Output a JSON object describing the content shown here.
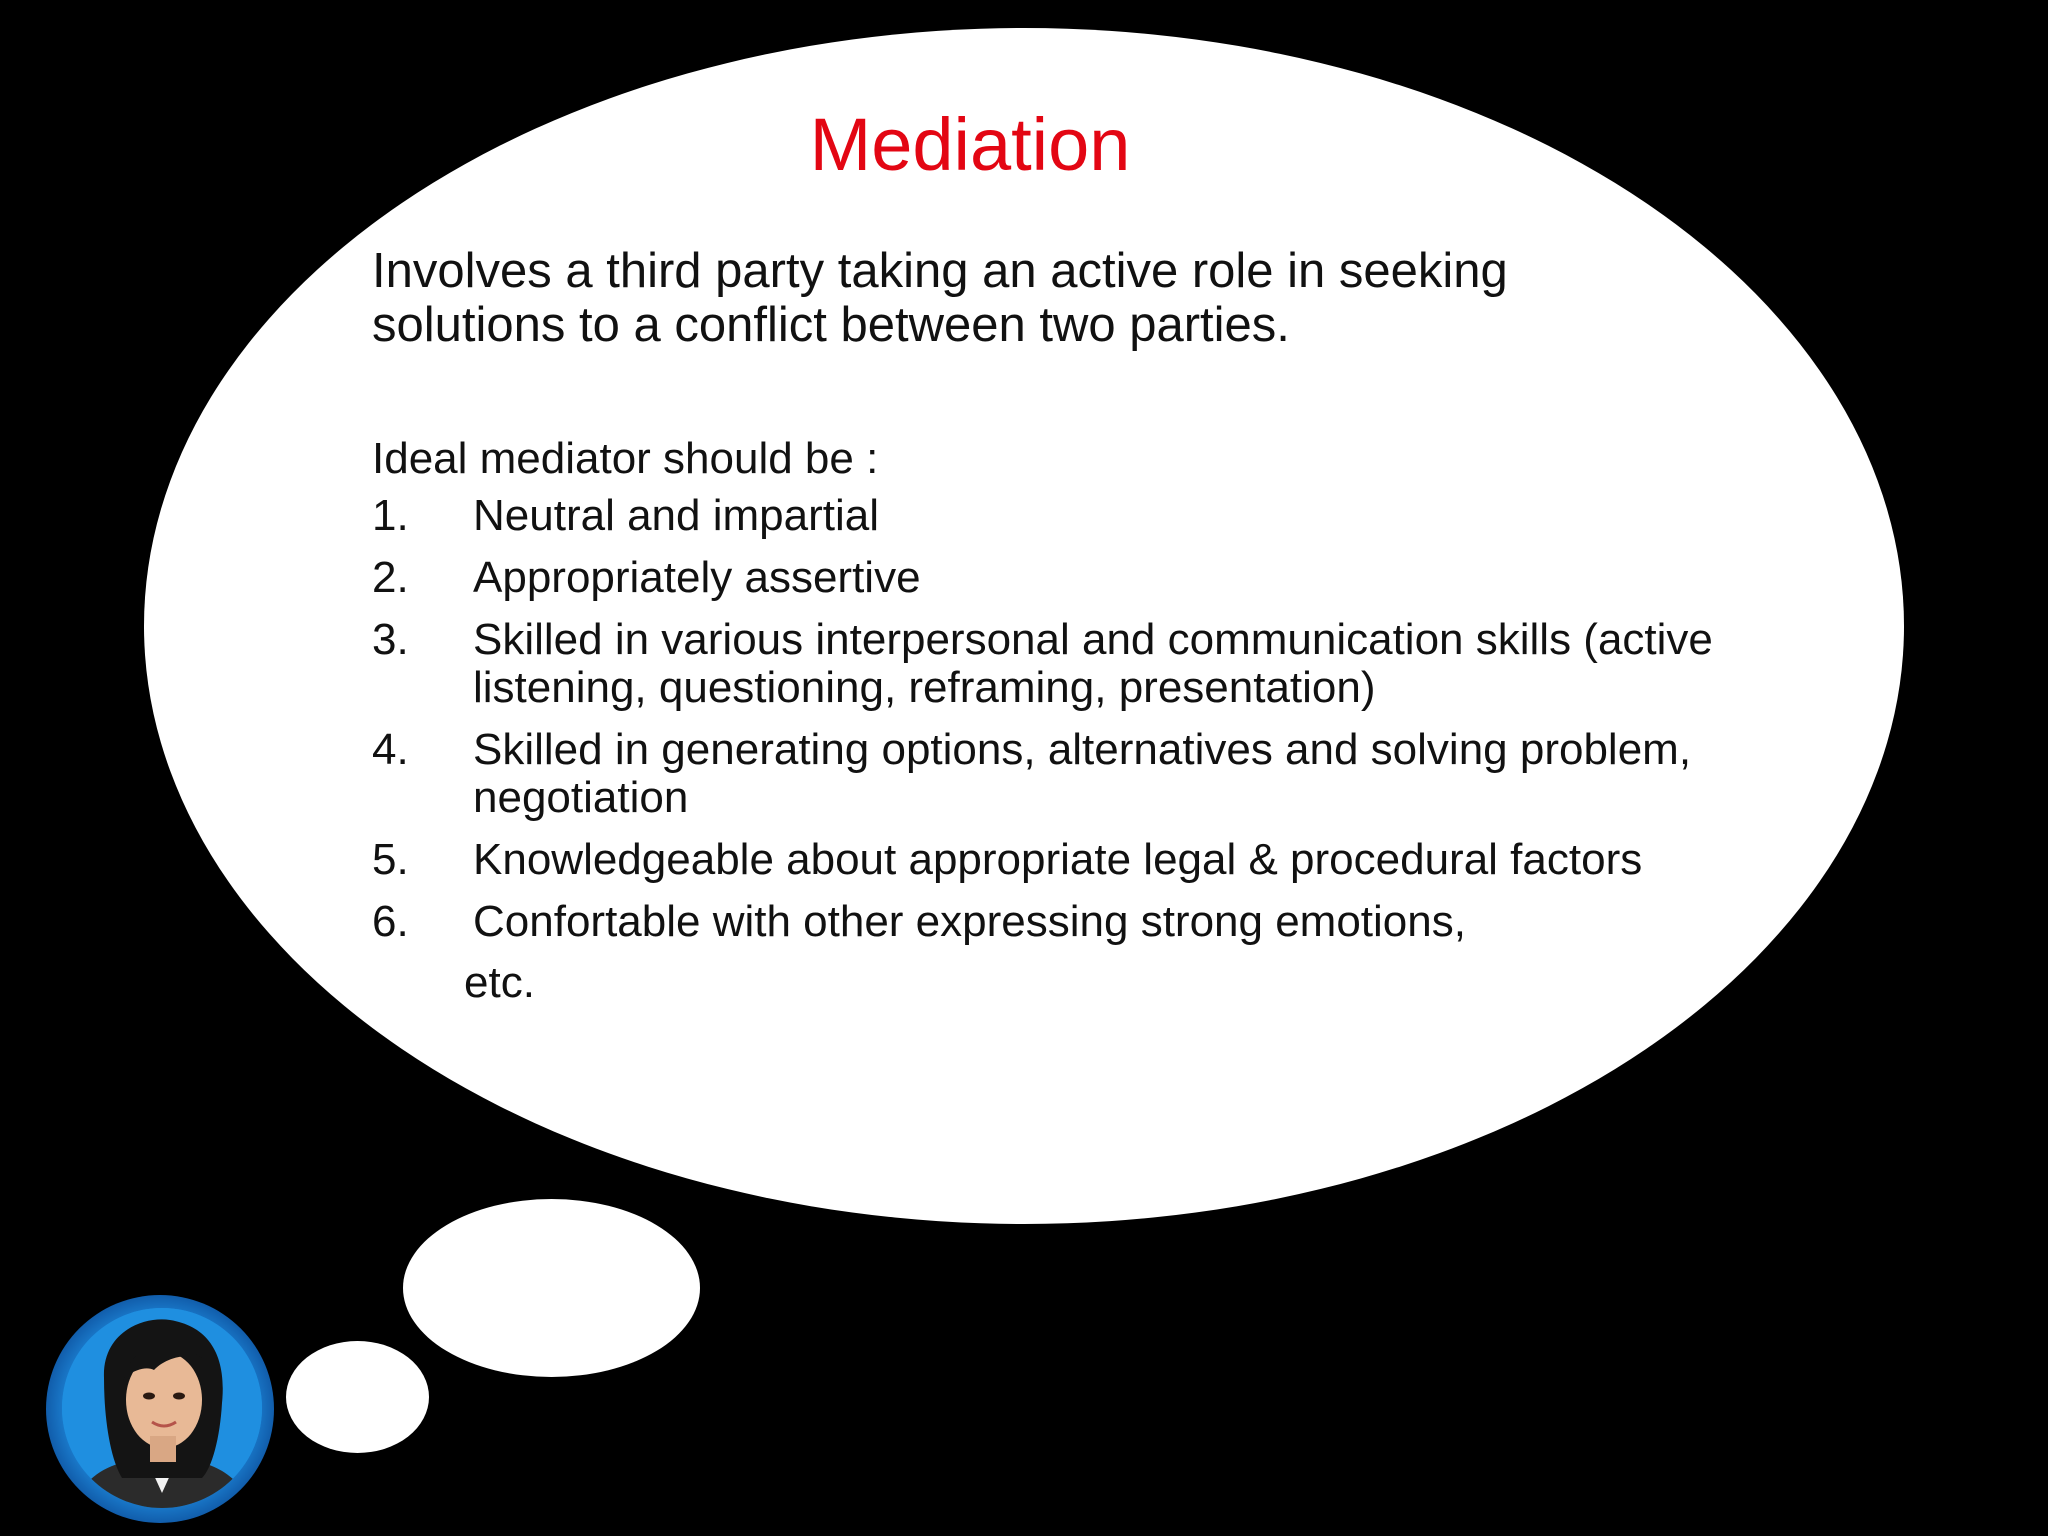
{
  "slide": {
    "title": "Mediation",
    "intro": "Involves a third party taking an active role in seeking solutions to a conflict between two parties.",
    "lead": "Ideal mediator should be :",
    "items": [
      {
        "num": "1.",
        "text": "Neutral and impartial"
      },
      {
        "num": "2.",
        "text": "Appropriately assertive"
      },
      {
        "num": "3.",
        "text": "Skilled in various interpersonal and communication skills (active listening, questioning, reframing,  presentation)"
      },
      {
        "num": "4.",
        "text": "Skilled in generating options, alternatives and solving problem, negotiation"
      },
      {
        "num": "5.",
        "text": "Knowledgeable about appropriate legal & procedural factors"
      },
      {
        "num": "6.",
        "text": "Confortable with other expressing strong emotions,"
      }
    ],
    "trailing": "etc."
  },
  "colors": {
    "background": "#000000",
    "bubble": "#ffffff",
    "title": "#e30613",
    "text": "#111111",
    "avatar_glow": "#1e86d8"
  }
}
